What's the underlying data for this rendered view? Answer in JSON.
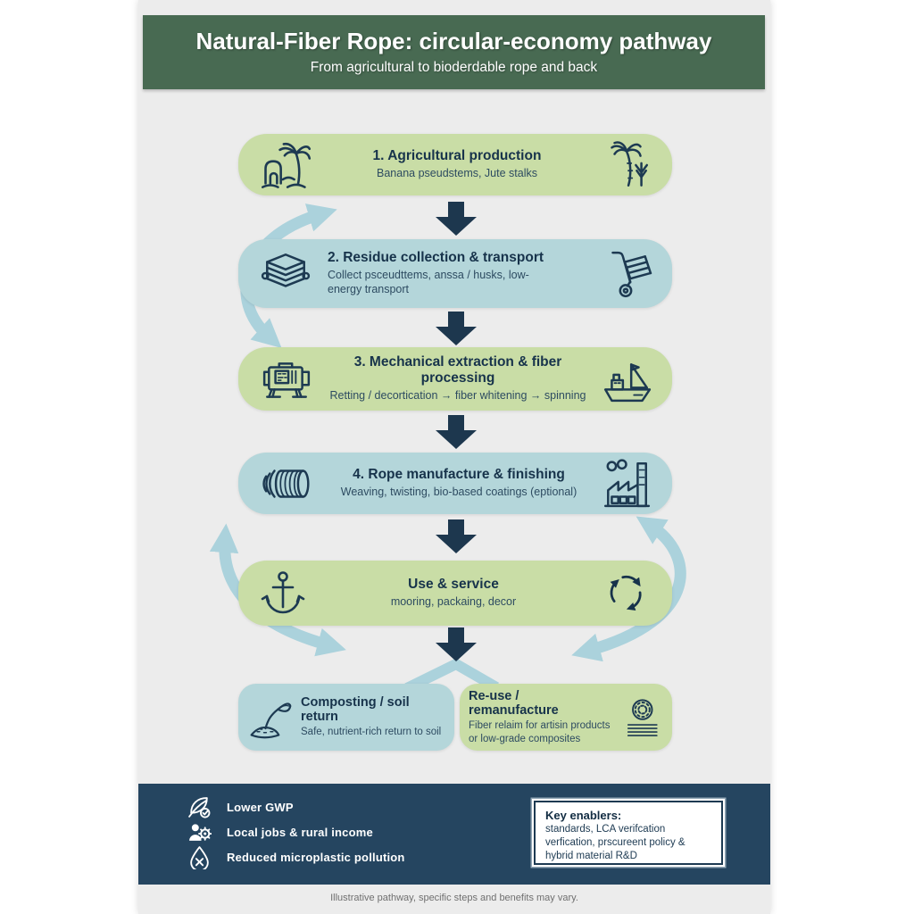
{
  "poster": {
    "header": {
      "title": "Natural-Fiber Rope: circular-economy pathway",
      "subtitle": "From agricultural to bioderdable rope and back"
    },
    "steps": [
      {
        "title": "1. Agricultural production",
        "subtitle": "Banana pseudstems, Jute stalks",
        "left_icon": "farm-barn-icon",
        "right_icon": "palm-trees-icon",
        "color": "green"
      },
      {
        "title": "2. Residue collection & transport",
        "subtitle": "Collect psceudttems, anssa / husks, low-energy transport",
        "left_icon": "fiber-bales-icon",
        "right_icon": "hand-truck-icon",
        "color": "blue"
      },
      {
        "title": "3. Mechanical extraction & fiber processing",
        "subtitle": "Retting / decortication → fiber whitening → spinning",
        "left_icon": "decorticator-machine-icon",
        "right_icon": "cargo-ship-icon",
        "color": "green"
      },
      {
        "title": "4. Rope manufacture & finishing",
        "subtitle": "Weaving, twisting, bio-based coatings (eptional)",
        "left_icon": "rope-coil-icon",
        "right_icon": "factory-icon",
        "color": "blue"
      },
      {
        "title": "Use & service",
        "subtitle": "mooring, packaing, decor",
        "left_icon": "anchor-icon",
        "right_icon": "recycle-icon",
        "color": "green"
      }
    ],
    "end_boxes": [
      {
        "title": "Composting / soil return",
        "subtitle": "Safe, nutrient-rich return to soil",
        "icon": "sprout-soil-icon",
        "color": "blue"
      },
      {
        "title": "Re-use / remanufacture",
        "subtitle": "Fiber relaim for artisin products or low-grade composites",
        "icon": "remanufacture-icon",
        "color": "green"
      }
    ],
    "footer": {
      "benefits": [
        {
          "icon": "leaf-check-icon",
          "label": "Lower GWP"
        },
        {
          "icon": "person-gear-icon",
          "label": "Local jobs & rural income"
        },
        {
          "icon": "droplet-cross-icon",
          "label": "Reduced microplastic pollution"
        }
      ],
      "key_enablers": {
        "title": "Key enablers:",
        "text": "standards, LCA verifcation verfication, prscureent policy & hybrid material R&D"
      }
    },
    "caption": "Illustrative pathway, specific steps and benefits may vary."
  },
  "colors": {
    "header_green": "#486a52",
    "box_green": "#c9dda6",
    "box_blue": "#b4d6da",
    "navy_text": "#17334b",
    "dark_arrow": "#1d374e",
    "flow_arrow_blue": "#abd2dc",
    "footer_navy": "#254560",
    "poster_bg": "#ececec"
  }
}
